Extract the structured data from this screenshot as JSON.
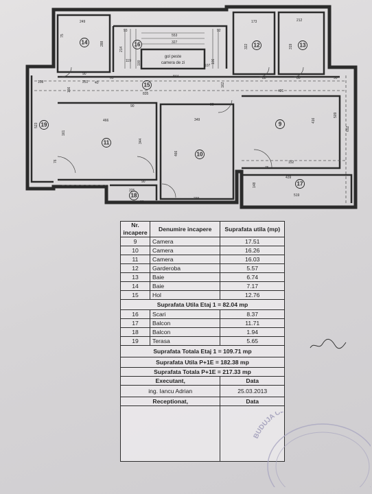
{
  "plan": {
    "labels": {
      "gol_line1": "gol peste",
      "gol_line2": "camera de zi"
    },
    "rooms": [
      "9",
      "10",
      "11",
      "12",
      "13",
      "14",
      "15",
      "16",
      "17",
      "18",
      "19"
    ],
    "dims": [
      "249",
      "173",
      "212",
      "93",
      "553",
      "92",
      "327",
      "214",
      "119",
      "75",
      "288",
      "322",
      "319",
      "107",
      "100",
      "106",
      "90",
      "60",
      "80",
      "40",
      "251",
      "844",
      "80",
      "90",
      "108",
      "156",
      "835",
      "162",
      "421",
      "90",
      "90",
      "466",
      "349",
      "416",
      "523",
      "161",
      "344",
      "466",
      "509",
      "652",
      "76",
      "152",
      "75",
      "439",
      "148",
      "519",
      "225",
      "90",
      "239",
      "90"
    ]
  },
  "table": {
    "header": {
      "nr": "Nr. incapere",
      "den": "Denumire incapere",
      "sup": "Suprafata utila (mp)"
    },
    "rows1": [
      {
        "nr": "9",
        "name": "Camera",
        "val": "17.51"
      },
      {
        "nr": "10",
        "name": "Camera",
        "val": "16.26"
      },
      {
        "nr": "11",
        "name": "Camera",
        "val": "16.03"
      },
      {
        "nr": "12",
        "name": "Garderoba",
        "val": "5.57"
      },
      {
        "nr": "13",
        "name": "Baie",
        "val": "6.74"
      },
      {
        "nr": "14",
        "name": "Baie",
        "val": "7.17"
      },
      {
        "nr": "15",
        "name": "Hol",
        "val": "12.76"
      }
    ],
    "sum1": "Suprafata Utila Etaj 1 = 82.04 mp",
    "rows2": [
      {
        "nr": "16",
        "name": "Scari",
        "val": "8.37"
      },
      {
        "nr": "17",
        "name": "Balcon",
        "val": "11.71"
      },
      {
        "nr": "18",
        "name": "Balcon",
        "val": "1.94"
      },
      {
        "nr": "19",
        "name": "Terasa",
        "val": "5.65"
      }
    ],
    "sum2": "Suprafata Totala Etaj 1 = 109.71 mp",
    "sum3": "Suprafata Utila P+1E = 182.38 mp",
    "sum4": "Suprafata Totala P+1E = 217.33 mp",
    "executant": "Executant,",
    "data_label": "Data",
    "executant_name": "ing. Iancu Adrian",
    "date": "25.03.2013",
    "receptionat": "Receptionat,",
    "data_label2": "Data"
  },
  "stamp": {
    "text": "BUDUJA CLAUDIU"
  }
}
